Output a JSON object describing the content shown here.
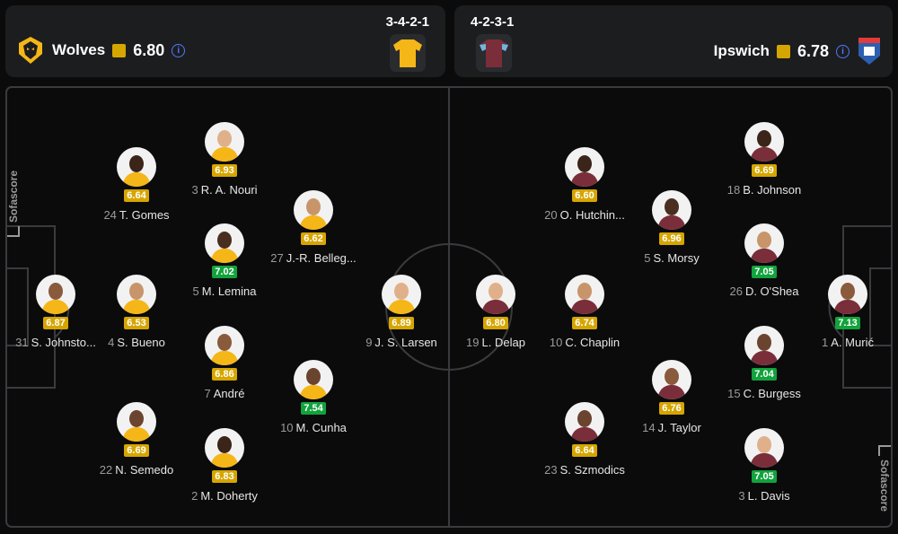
{
  "home": {
    "name": "Wolves",
    "rating": "6.80",
    "formation": "3-4-2-1",
    "kit_color": "#f5b618",
    "players": [
      {
        "number": "31",
        "name": "S. Johnsto...",
        "rating": "6.87",
        "level": "mid"
      },
      {
        "number": "24",
        "name": "T. Gomes",
        "rating": "6.64",
        "level": "mid"
      },
      {
        "number": "4",
        "name": "S. Bueno",
        "rating": "6.53",
        "level": "mid"
      },
      {
        "number": "22",
        "name": "N. Semedo",
        "rating": "6.69",
        "level": "mid"
      },
      {
        "number": "3",
        "name": "R. A. Nouri",
        "rating": "6.93",
        "level": "mid"
      },
      {
        "number": "5",
        "name": "M. Lemina",
        "rating": "7.02",
        "level": "good"
      },
      {
        "number": "7",
        "name": "André",
        "rating": "6.86",
        "level": "mid"
      },
      {
        "number": "2",
        "name": "M. Doherty",
        "rating": "6.83",
        "level": "mid"
      },
      {
        "number": "27",
        "name": "J.-R. Belleg...",
        "rating": "6.62",
        "level": "mid"
      },
      {
        "number": "10",
        "name": "M. Cunha",
        "rating": "7.54",
        "level": "good"
      },
      {
        "number": "9",
        "name": "J. S. Larsen",
        "rating": "6.89",
        "level": "mid"
      }
    ]
  },
  "away": {
    "name": "Ipswich",
    "rating": "6.78",
    "formation": "4-2-3-1",
    "kit_color": "#7a2e3a",
    "players": [
      {
        "number": "1",
        "name": "A. Murić",
        "rating": "7.13",
        "level": "good"
      },
      {
        "number": "18",
        "name": "B. Johnson",
        "rating": "6.69",
        "level": "mid"
      },
      {
        "number": "26",
        "name": "D. O'Shea",
        "rating": "7.05",
        "level": "good"
      },
      {
        "number": "15",
        "name": "C. Burgess",
        "rating": "7.04",
        "level": "good"
      },
      {
        "number": "3",
        "name": "L. Davis",
        "rating": "7.05",
        "level": "good"
      },
      {
        "number": "5",
        "name": "S. Morsy",
        "rating": "6.96",
        "level": "mid"
      },
      {
        "number": "14",
        "name": "J. Taylor",
        "rating": "6.76",
        "level": "mid"
      },
      {
        "number": "20",
        "name": "O. Hutchin...",
        "rating": "6.60",
        "level": "mid"
      },
      {
        "number": "10",
        "name": "C. Chaplin",
        "rating": "6.74",
        "level": "mid"
      },
      {
        "number": "23",
        "name": "S. Szmodics",
        "rating": "6.64",
        "level": "mid"
      },
      {
        "number": "19",
        "name": "L. Delap",
        "rating": "6.80",
        "level": "mid"
      }
    ]
  },
  "watermark": "Sofascore",
  "colors": {
    "rating_mid": "#d6a600",
    "rating_good": "#12a33c",
    "info": "#4f7bff"
  },
  "icons": {
    "home_logo": "wolves-crest-icon",
    "away_logo": "ipswich-crest-icon",
    "info": "info-icon"
  }
}
